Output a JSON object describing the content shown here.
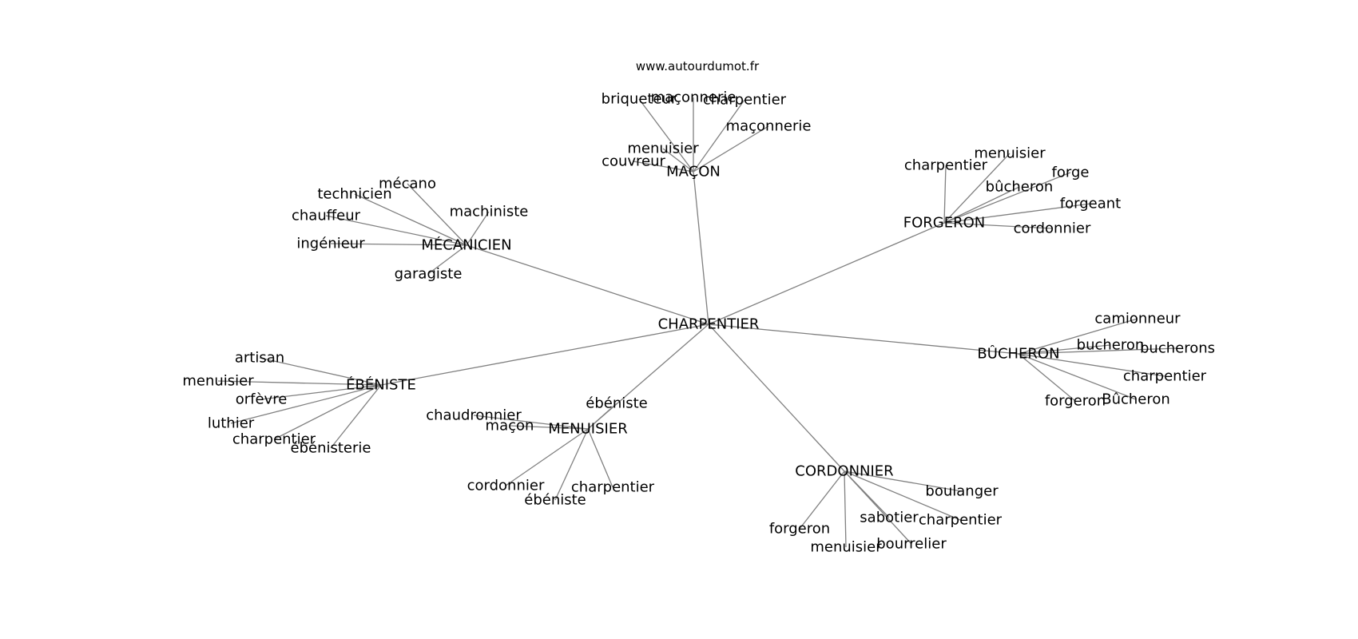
{
  "source_text": "www.autourdumot.fr",
  "graph": {
    "root": "CHARPENTIER",
    "groups": [
      {
        "hub": "MAÇON",
        "leaves": [
          "briqueteur",
          "maçonnerie",
          "charpentier",
          "maçonnerie",
          "couvreur",
          "menuisier"
        ]
      },
      {
        "hub": "MÉCANICIEN",
        "leaves": [
          "mécano",
          "technicien",
          "machiniste",
          "chauffeur",
          "ingénieur",
          "garagiste"
        ]
      },
      {
        "hub": "FORGERON",
        "leaves": [
          "charpentier",
          "menuisier",
          "forge",
          "bûcheron",
          "forgeant",
          "cordonnier"
        ]
      },
      {
        "hub": "BÛCHERON",
        "leaves": [
          "camionneur",
          "bucheron",
          "bucherons",
          "charpentier",
          "forgeron",
          "Bûcheron"
        ]
      },
      {
        "hub": "ÉBÉNISTE",
        "leaves": [
          "artisan",
          "menuisier",
          "orfèvre",
          "luthier",
          "charpentier",
          "ébénisterie"
        ]
      },
      {
        "hub": "MENUISIER",
        "leaves": [
          "ébéniste",
          "chaudronnier",
          "maçon",
          "cordonnier",
          "ébéniste",
          "charpentier"
        ]
      },
      {
        "hub": "CORDONNIER",
        "leaves": [
          "boulanger",
          "sabotier",
          "charpentier",
          "forgeron",
          "menuisier",
          "bourrelier"
        ]
      }
    ]
  }
}
